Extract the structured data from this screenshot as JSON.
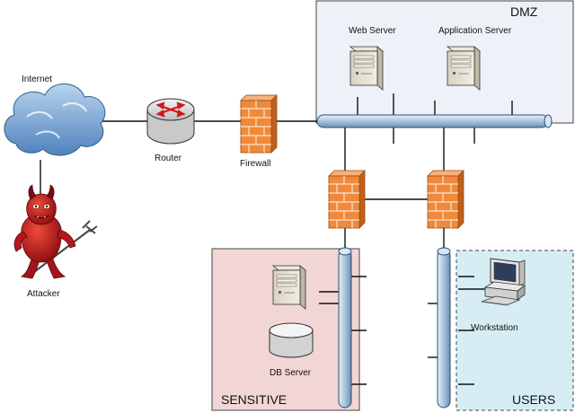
{
  "nodes": {
    "internet": "Internet",
    "router": "Router",
    "firewall": "Firewall",
    "attacker": "Attacker",
    "web_server": "Web Server",
    "app_server": "Application Server",
    "db_server": "DB Server",
    "workstation": "Workstation"
  },
  "zones": {
    "dmz": "DMZ",
    "sensitive": "SENSITIVE",
    "users": "USERS"
  },
  "colors": {
    "dmz_fill": "#eef2f8",
    "sensitive_fill": "#f2d6d6",
    "users_fill": "#d6eef3",
    "bus": "#a9c4dd",
    "firewall": "#f08a3a",
    "attacker": "#c4161c",
    "cloud": "#6f9ed0"
  }
}
